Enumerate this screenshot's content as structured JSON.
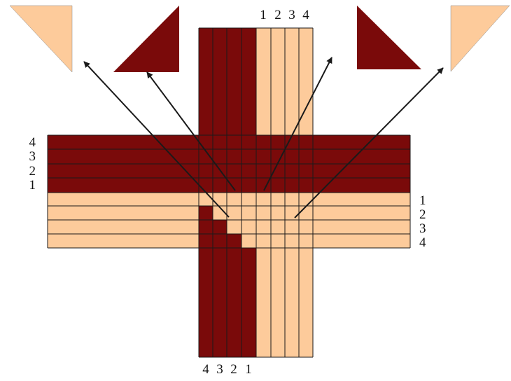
{
  "colors": {
    "dark": "#7a0a0a",
    "light": "#fdcb9b",
    "line": "#1a1a1a",
    "background": "#ffffff"
  },
  "labels": {
    "top": [
      "1",
      "2",
      "3",
      "4"
    ],
    "left": [
      "4",
      "3",
      "2",
      "1"
    ],
    "right": [
      "1",
      "2",
      "3",
      "4"
    ],
    "bottom": [
      "4",
      "3",
      "2",
      "1"
    ]
  }
}
